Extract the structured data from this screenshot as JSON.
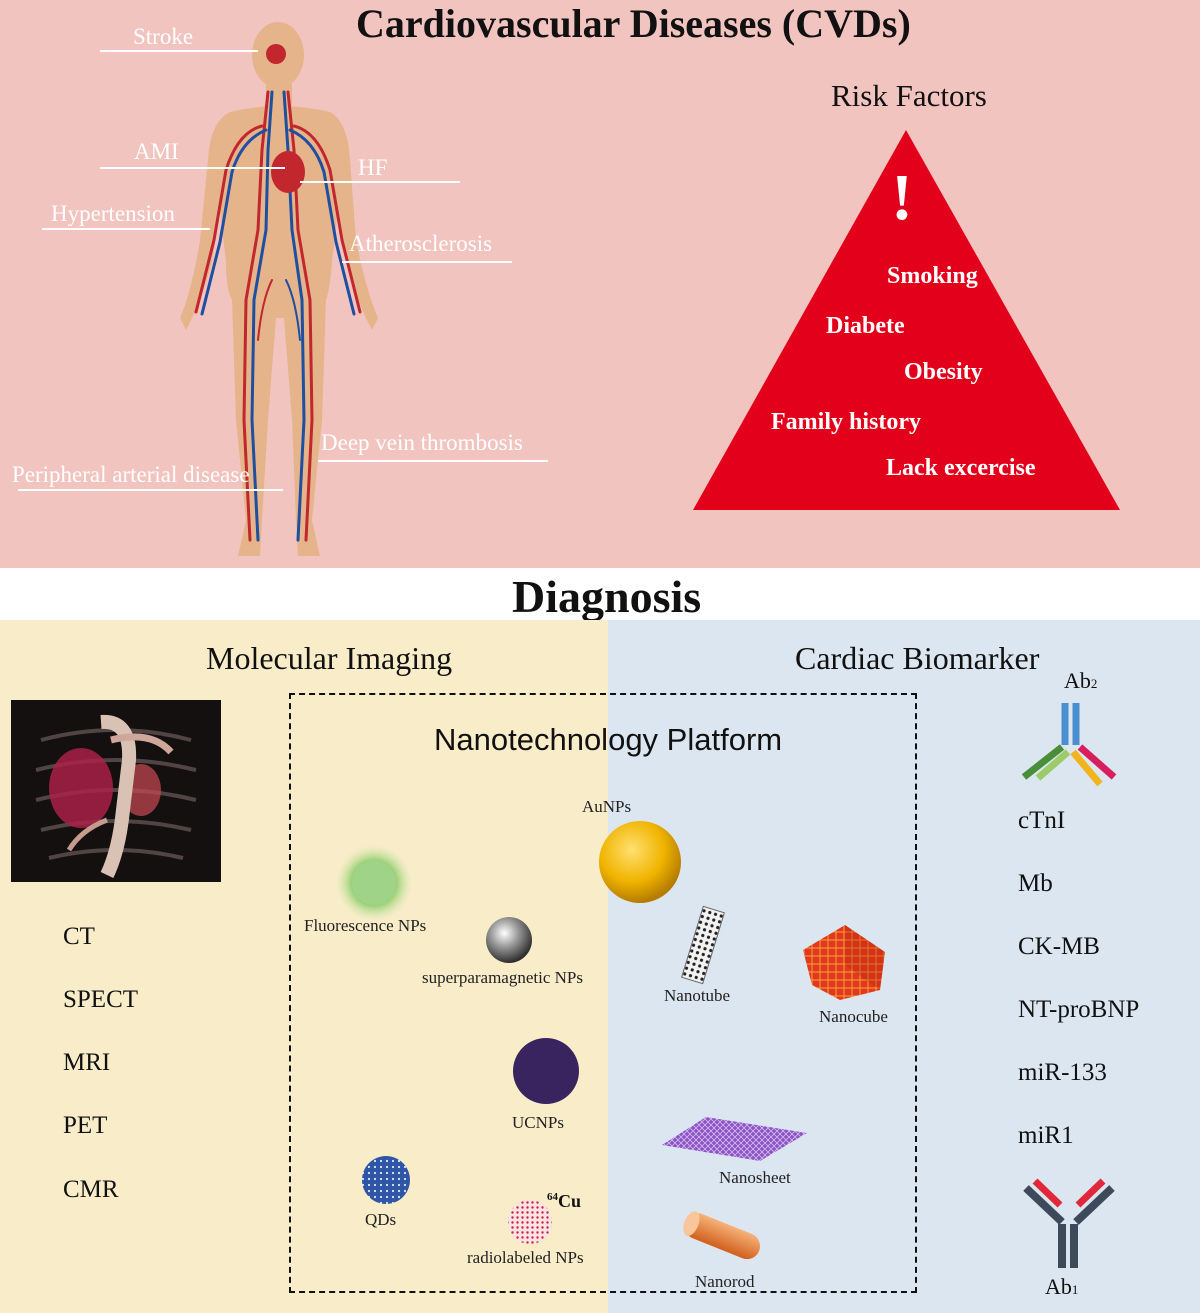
{
  "title": "Cardiovascular Diseases (CVDs)",
  "body_labels": {
    "stroke": "Stroke",
    "ami": "AMI",
    "hf": "HF",
    "hypertension": "Hypertension",
    "atherosclerosis": "Atherosclerosis",
    "dvt": "Deep vein thrombosis",
    "pad": "Peripheral arterial disease"
  },
  "risk": {
    "heading": "Risk Factors",
    "alert": "!",
    "items": [
      "Smoking",
      "Diabete",
      "Obesity",
      "Family history",
      "Lack excercise"
    ]
  },
  "diagnosis": "Diagnosis",
  "molecular_imaging": {
    "heading": "Molecular Imaging",
    "modalities": [
      "CT",
      "SPECT",
      "MRI",
      "PET",
      "CMR"
    ]
  },
  "cardiac_biomarker": {
    "heading": "Cardiac Biomarker",
    "ab2": "Ab",
    "ab2_sub": "2",
    "ab1": "Ab",
    "ab1_sub": "1",
    "markers": [
      "cTnI",
      "Mb",
      "CK-MB",
      "NT-proBNP",
      "miR-133",
      "miR1"
    ]
  },
  "platform": {
    "heading": "Nanotechnology Platform",
    "aunps": "AuNPs",
    "fluorescence": "Fluorescence NPs",
    "superparamagnetic": "superparamagnetic NPs",
    "nanotube": "Nanotube",
    "nanocube": "Nanocube",
    "ucnps": "UCNPs",
    "nanosheet": "Nanosheet",
    "qds": "QDs",
    "cu_mass": "64",
    "cu_symbol": "Cu",
    "radiolabeled": "radiolabeled NPs",
    "nanorod": "Nanorod"
  },
  "colors": {
    "top_bg": "#f2c4c0",
    "triangle": "#e3001b",
    "left_bg": "#f8ecc9",
    "right_bg": "#dce6f1",
    "artery": "#c1272d",
    "vein": "#1f4fa0",
    "gold": "#f0b400"
  }
}
